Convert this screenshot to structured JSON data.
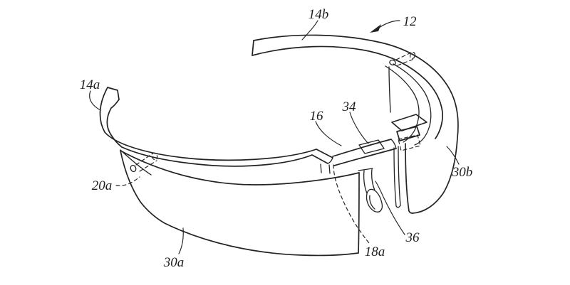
{
  "figure": {
    "type": "patent-line-drawing",
    "subject": "head-mounted-display-glasses",
    "colors": {
      "line": "#232323",
      "background": "#ffffff",
      "text": "#1d1d1d"
    },
    "labels": {
      "ref_12": "12",
      "ref_14a": "14a",
      "ref_14b": "14b",
      "ref_16": "16",
      "ref_18a": "18a",
      "ref_20a": "20a",
      "ref_30a": "30a",
      "ref_30b": "30b",
      "ref_34": "34",
      "ref_36": "36"
    }
  }
}
